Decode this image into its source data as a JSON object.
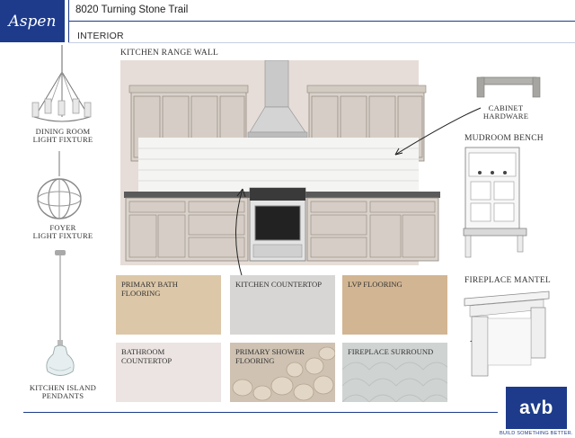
{
  "header": {
    "logo_text": "Aspen",
    "address": "8020 Turning Stone Trail",
    "section": "INTERIOR"
  },
  "labels": {
    "kitchen_wall": "KITCHEN RANGE WALL",
    "dining": [
      "DINING ROOM",
      "LIGHT FIXTURE"
    ],
    "foyer": [
      "FOYER",
      "LIGHT FIXTURE"
    ],
    "island": [
      "KITCHEN ISLAND",
      "PENDANTS"
    ],
    "hardware": [
      "CABINET",
      "HARDWARE"
    ],
    "mudroom": "MUDROOM BENCH",
    "fireplace_mantel": "FIREPLACE MANTEL"
  },
  "swatches": [
    {
      "title": [
        "PRIMARY BATH",
        "FLOORING"
      ],
      "color": "#dcc7a8"
    },
    {
      "title": [
        "KITCHEN COUNTERTOP",
        ""
      ],
      "color": "#d8d6d4"
    },
    {
      "title": [
        "LVP FLOORING",
        ""
      ],
      "color": "#d2b592"
    },
    {
      "title": [
        "BATHROOM",
        "COUNTERTOP"
      ],
      "color": "#ece4e2"
    },
    {
      "title": [
        "PRIMARY SHOWER",
        "FLOORING"
      ],
      "color": "#cfc2b2"
    },
    {
      "title": [
        "FIREPLACE SURROUND",
        ""
      ],
      "color": "#cfd3d1"
    }
  ],
  "brand": {
    "name": "avb",
    "tagline": "BUILD SOMETHING BETTER."
  },
  "colors": {
    "brand_blue": "#1d3b8a",
    "cabinet": "#d9d3cc",
    "wall": "#e9e2de"
  }
}
